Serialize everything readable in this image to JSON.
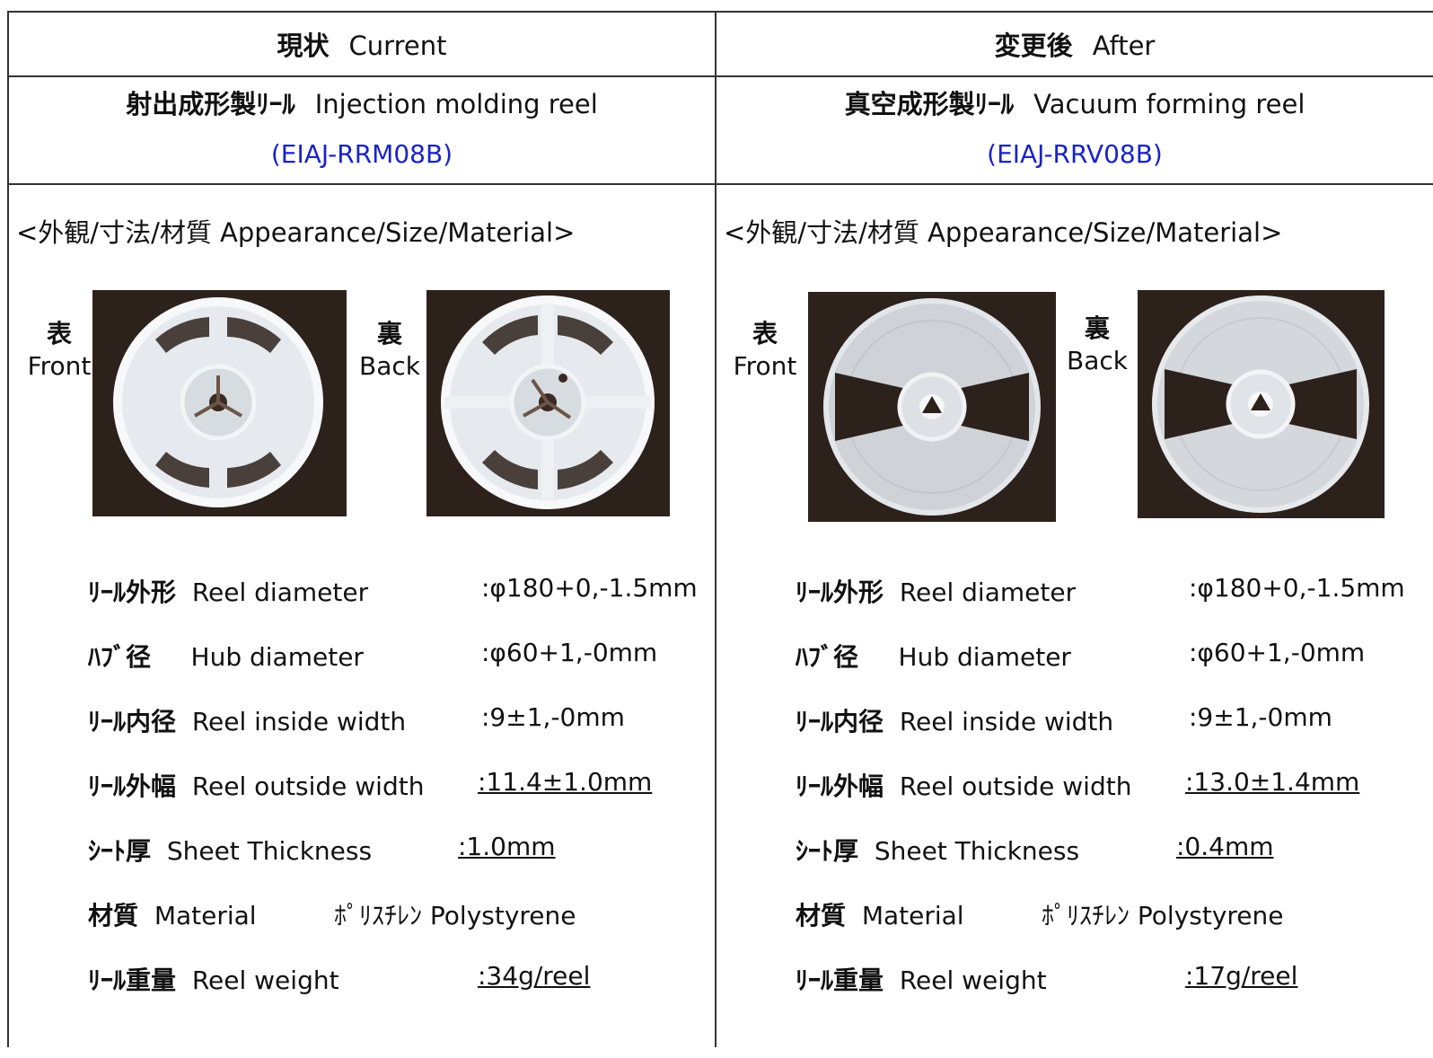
{
  "header": {
    "current": {
      "ja": "現状",
      "en": "Current"
    },
    "after": {
      "ja": "変更後",
      "en": "After"
    }
  },
  "current": {
    "name_ja": "射出成形製ﾘｰﾙ",
    "name_en": "Injection molding reel",
    "standard": "(EIAJ-RRM08B)",
    "section_title": "<外観/寸法/材質 Appearance/Size/Material>",
    "front_label": {
      "ja": "表",
      "en": "Front"
    },
    "back_label": {
      "ja": "裏",
      "en": "Back"
    },
    "specs": [
      {
        "ja": "ﾘｰﾙ外形",
        "en": "Reel diameter",
        "value": ":φ180+0,-1.5mm",
        "underline": false
      },
      {
        "ja": "ﾊﾌﾞ径",
        "en": "Hub diameter",
        "value": ":φ60+1,-0mm",
        "underline": false
      },
      {
        "ja": "ﾘｰﾙ内径",
        "en": "Reel inside width",
        "value": ":9±1,-0mm",
        "underline": false
      },
      {
        "ja": "ﾘｰﾙ外幅",
        "en": "Reel outside width",
        "value": ":11.4±1.0mm",
        "underline": true
      },
      {
        "ja": "ｼｰﾄ厚",
        "en": "Sheet Thickness",
        "value": ":1.0mm",
        "underline": true
      },
      {
        "ja": "材質",
        "en": "Material",
        "value": "ﾎﾟﾘｽﾁﾚﾝ Polystyrene",
        "underline": false
      },
      {
        "ja": "ﾘｰﾙ重量",
        "en": "Reel weight",
        "value": ":34g/reel",
        "underline": true
      }
    ]
  },
  "after": {
    "name_ja": "真空成形製ﾘｰﾙ",
    "name_en": "Vacuum forming reel",
    "standard": "(EIAJ-RRV08B)",
    "section_title": "<外観/寸法/材質 Appearance/Size/Material>",
    "front_label": {
      "ja": "表",
      "en": "Front"
    },
    "back_label": {
      "ja": "裏",
      "en": "Back"
    },
    "specs": [
      {
        "ja": "ﾘｰﾙ外形",
        "en": "Reel diameter",
        "value": ":φ180+0,-1.5mm",
        "underline": false
      },
      {
        "ja": "ﾊﾌﾞ径",
        "en": "Hub diameter",
        "value": ":φ60+1,-0mm",
        "underline": false
      },
      {
        "ja": "ﾘｰﾙ内径",
        "en": "Reel inside width",
        "value": ":9±1,-0mm",
        "underline": false
      },
      {
        "ja": "ﾘｰﾙ外幅",
        "en": "Reel outside width",
        "value": ":13.0±1.4mm",
        "underline": true
      },
      {
        "ja": "ｼｰﾄ厚",
        "en": "Sheet Thickness",
        "value": ":0.4mm",
        "underline": true
      },
      {
        "ja": "材質",
        "en": "Material",
        "value": "ﾎﾟﾘｽﾁﾚﾝ Polystyrene",
        "underline": false
      },
      {
        "ja": "ﾘｰﾙ重量",
        "en": "Reel weight",
        "value": ":17g/reel",
        "underline": true
      }
    ]
  },
  "colors": {
    "standard_text": "#1a23c8",
    "photo_background": "#2d211b",
    "reel_plastic": "#e6eaee"
  }
}
